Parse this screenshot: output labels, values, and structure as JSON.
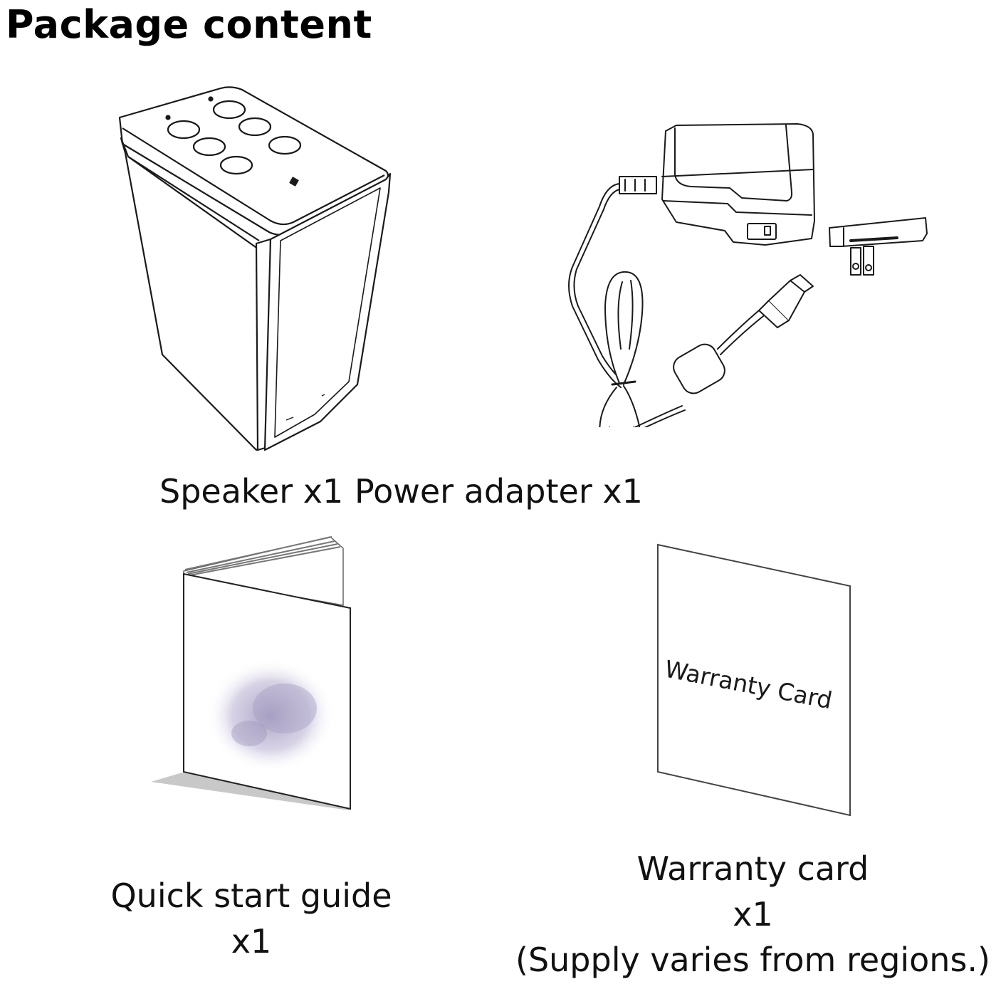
{
  "page": {
    "title": "Package content"
  },
  "items": [
    {
      "id": "speaker",
      "label": "Speaker x1",
      "icon": "speaker-icon"
    },
    {
      "id": "power-adapter",
      "label": "Power adapter x1",
      "icon": "power-adapter-icon"
    },
    {
      "id": "quick-start-guide",
      "label_line1": "Quick start guide",
      "label_line2": "x1",
      "icon": "booklet-icon"
    },
    {
      "id": "warranty-card",
      "label_line1": "Warranty card",
      "label_line2": "x1",
      "note": "(Supply varies from regions.)",
      "icon": "warranty-card-icon",
      "card_text": "Warranty Card"
    }
  ],
  "colors": {
    "line": "#1a1a1a",
    "shadow": "#c8c8c8",
    "booklet_art": "#9a90b8"
  }
}
